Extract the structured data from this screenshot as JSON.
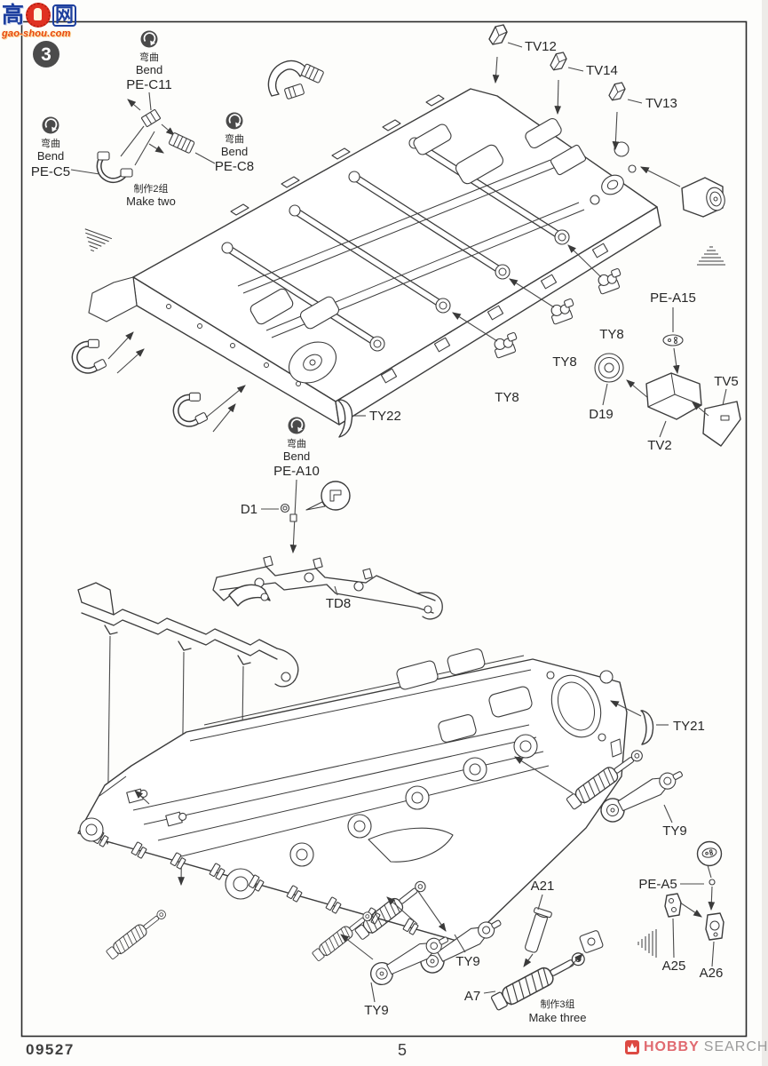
{
  "page": {
    "kit_number": "09527",
    "page_number": "5",
    "step_number": "3"
  },
  "watermark": {
    "cn_left": "高",
    "cn_right": "网",
    "url": "gao-shou.com"
  },
  "brand": {
    "hobby": "HOBBY",
    "search": "SEARCH"
  },
  "notes": {
    "bend_cn": "弯曲",
    "bend_en": "Bend",
    "make_two_cn": "制作2组",
    "make_two_en": "Make two",
    "make_three_cn": "制作3组",
    "make_three_en": "Make three"
  },
  "labels": {
    "tv12": "TV12",
    "tv14": "TV14",
    "tv13": "TV13",
    "pe_c11": "PE-C11",
    "pe_c5": "PE-C5",
    "pe_c8": "PE-C8",
    "pe_a15": "PE-A15",
    "ty8": "TY8",
    "tv5": "TV5",
    "tv2": "TV2",
    "d19": "D19",
    "ty22": "TY22",
    "pe_a10": "PE-A10",
    "d1": "D1",
    "td8": "TD8",
    "ty21": "TY21",
    "ty9": "TY9",
    "a21": "A21",
    "pe_a5": "PE-A5",
    "a25": "A25",
    "a26": "A26",
    "a7": "A7"
  },
  "colors": {
    "line": "#3c3c3c",
    "badge": "#4b4b4b",
    "logo_red": "#e06a70",
    "logo_gray": "#9a9a9a",
    "watermark_blue": "#1d3f9e",
    "watermark_red": "#e8490f"
  }
}
